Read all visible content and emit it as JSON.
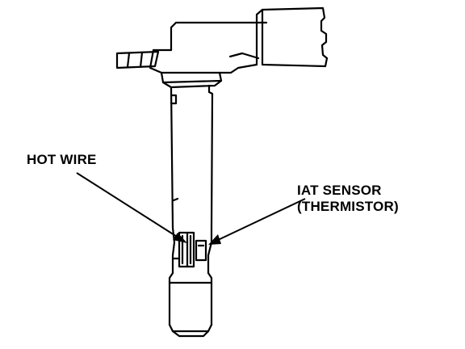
{
  "labels": {
    "hot_wire": "HOT WIRE",
    "iat_sensor_line1": "IAT SENSOR",
    "iat_sensor_line2": "(THERMISTOR)"
  },
  "colors": {
    "ink": "#000000",
    "background": "#ffffff"
  }
}
